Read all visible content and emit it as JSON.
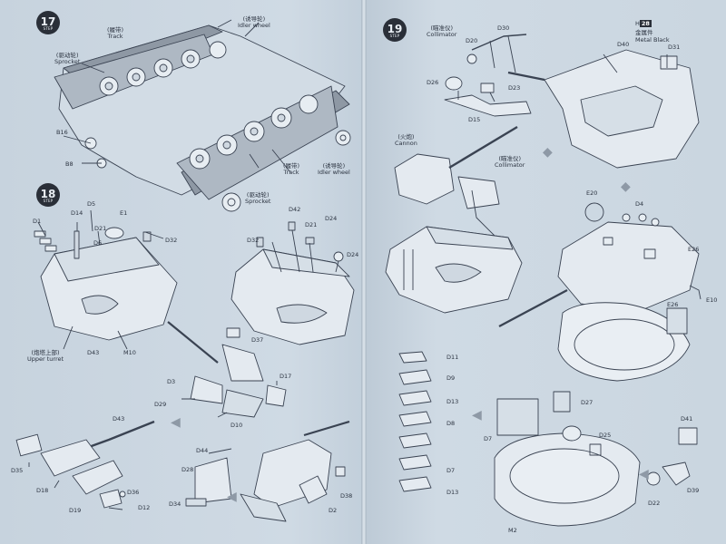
{
  "steps": {
    "s17": {
      "number": "17",
      "word": "STEP"
    },
    "s18": {
      "number": "18",
      "word": "STEP"
    },
    "s19": {
      "number": "19",
      "word": "STEP"
    }
  },
  "captions": {
    "track_top": {
      "cn": "(履带)",
      "en": "Track"
    },
    "idler_top": {
      "cn": "(诱导轮)",
      "en": "Idler wheel"
    },
    "sprocket_top": {
      "cn": "(驱动轮)",
      "en": "Sprocket"
    },
    "track_bottom": {
      "cn": "(履带)",
      "en": "Track"
    },
    "idler_bottom": {
      "cn": "(诱导轮)",
      "en": "Idler wheel"
    },
    "sprocket_bottom": {
      "cn": "(驱动轮)",
      "en": "Sprocket"
    },
    "upper_turret": {
      "cn": "(炮塔上部)",
      "en": "Upper turret"
    },
    "collimator_top": {
      "cn": "(瞄准仪)",
      "en": "Collimator"
    },
    "cannon": {
      "cn": "(火炮)",
      "en": "Cannon"
    },
    "collimator_mid": {
      "cn": "(瞄准仪)",
      "en": "Collimator"
    }
  },
  "metal_badge": {
    "prefix": "H",
    "code": "28",
    "cn": "金属件",
    "en": "Metal Black"
  },
  "parts_left": {
    "B16": "B16",
    "B8": "B8",
    "D1": "D1",
    "D14": "D14",
    "D5": "D5",
    "D21a": "D21",
    "E1": "E1",
    "D6": "D6",
    "D32a": "D32",
    "D43a": "D43",
    "M10": "M10",
    "D42": "D42",
    "D32b": "D32",
    "D21b": "D21",
    "D24a": "D24",
    "D24b": "D24",
    "D37": "D37",
    "D3": "D3",
    "D17": "D17",
    "D29": "D29",
    "D10": "D10",
    "D43b": "D43",
    "D35": "D35",
    "D18": "D18",
    "D36": "D36",
    "D19": "D19",
    "D12": "D12",
    "D44": "D44",
    "D28": "D28",
    "D34": "D34",
    "D38": "D38",
    "D2": "D2"
  },
  "parts_right": {
    "D20a": "D20",
    "D30": "D30",
    "D26": "D26",
    "D23": "D23",
    "D15": "D15",
    "D40": "D40",
    "D31": "D31",
    "E20": "E20",
    "D4": "D4",
    "E26a": "E26",
    "E10": "E10",
    "E26b": "E26",
    "D11": "D11",
    "D9": "D9",
    "D13a": "D13",
    "D8": "D8",
    "D7a": "D7",
    "D13b": "D13",
    "D27": "D27",
    "D7b": "D7",
    "D25": "D25",
    "D41": "D41",
    "D39": "D39",
    "D22": "D22",
    "M2": "M2"
  }
}
